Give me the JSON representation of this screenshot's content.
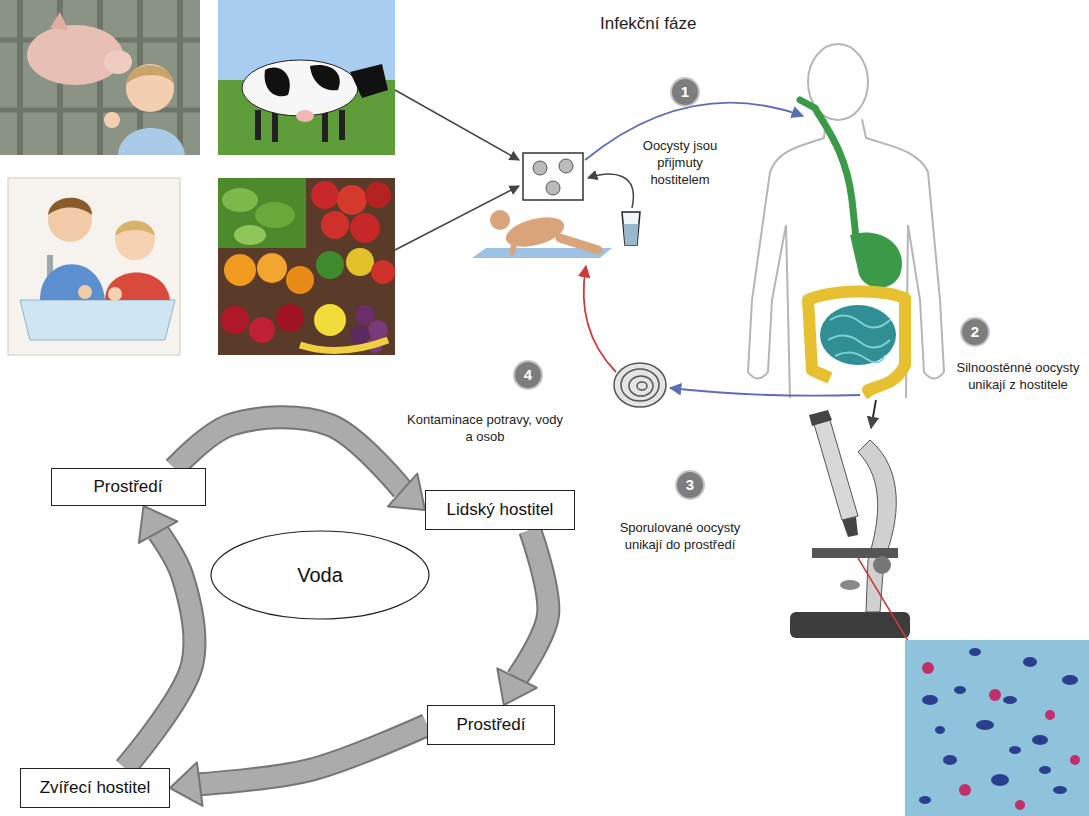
{
  "diagram": {
    "title": "Infekční fáze",
    "nodes": [
      {
        "text": [
          "1"
        ]
      },
      {
        "text": [
          "2"
        ]
      },
      {
        "text": [
          "4"
        ]
      },
      {
        "text": [
          "Prostředí"
        ]
      },
      {
        "text": [
          "3"
        ]
      },
      {
        "text": [
          "Lidský hostitel"
        ]
      },
      {
        "text": [
          "Voda"
        ]
      },
      {
        "text": [
          "Prostředí"
        ]
      },
      {
        "text": [
          "Zvířecí hostitel"
        ]
      }
    ],
    "edges": [
      {
        "from": 3,
        "to": 5,
        "arrow": "to"
      },
      {
        "from": 5,
        "to": 7,
        "arrow": "to"
      },
      {
        "from": 7,
        "to": 8,
        "arrow": "to"
      },
      {
        "from": 8,
        "to": 3,
        "arrow": "to"
      }
    ],
    "labels": [
      "Oocysty jsou přijmuty hostitelem",
      "Silnoostěnné oocysty unikají z hostitele",
      "Kontaminace potravy, vody a osob",
      "Sporulované oocysty unikají do prostředí"
    ]
  }
}
